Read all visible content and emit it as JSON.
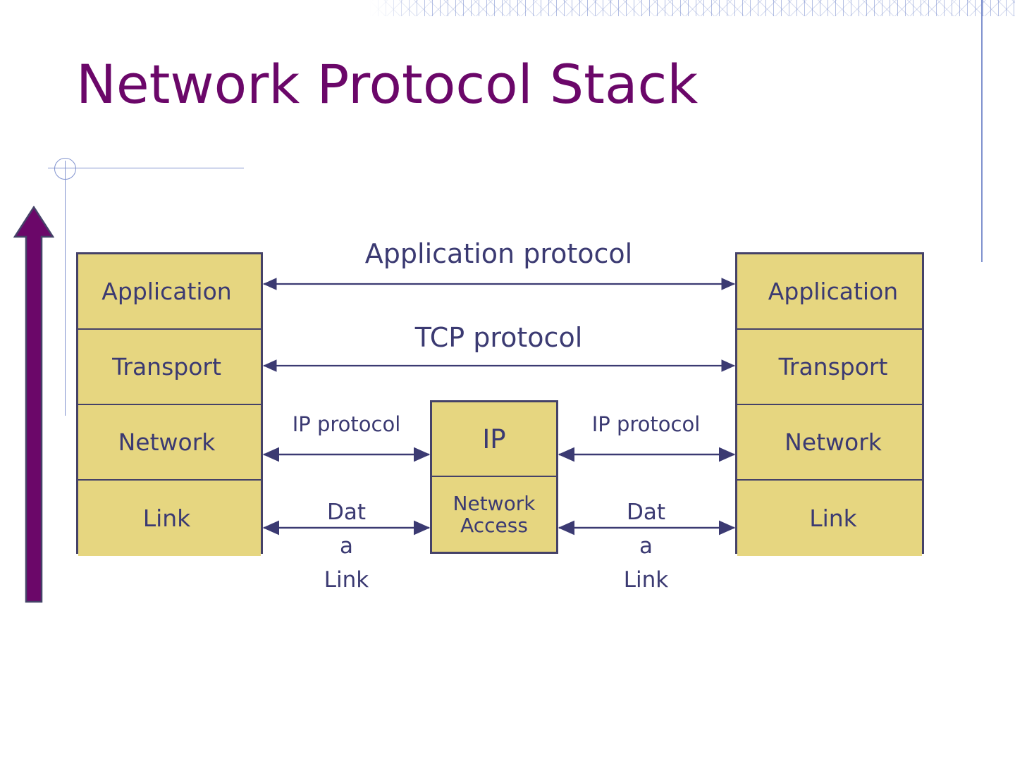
{
  "slide": {
    "title": "Network Protocol Stack",
    "title_color": "#6b0769",
    "background_color": "#ffffff",
    "box_fill_color": "#e6d680",
    "box_border_color": "#454268",
    "text_color": "#3b3a72",
    "accent_line_color": "#8193cf",
    "arrow_color": "#6b0769"
  },
  "left_stack": {
    "layers": [
      {
        "label": "Application"
      },
      {
        "label": "Transport"
      },
      {
        "label": "Network"
      },
      {
        "label": "Link"
      }
    ]
  },
  "right_stack": {
    "layers": [
      {
        "label": "Application"
      },
      {
        "label": "Transport"
      },
      {
        "label": "Network"
      },
      {
        "label": "Link"
      }
    ]
  },
  "middle_stack": {
    "layers": [
      {
        "label": "IP"
      },
      {
        "label": "Network Access",
        "line1": "Network",
        "line2": "Access"
      }
    ]
  },
  "connectors": [
    {
      "label": "Application protocol",
      "from": "left.Application",
      "to": "right.Application",
      "style": "double-arrow"
    },
    {
      "label": "TCP protocol",
      "from": "left.Transport",
      "to": "right.Transport",
      "style": "double-arrow"
    },
    {
      "label": "IP protocol",
      "from": "left.Network",
      "to": "middle.IP",
      "style": "double-arrow"
    },
    {
      "label": "IP protocol",
      "from": "middle.IP",
      "to": "right.Network",
      "style": "double-arrow"
    },
    {
      "label": "Data Link",
      "from": "left.Link",
      "to": "middle.NetworkAccess",
      "style": "double-arrow"
    },
    {
      "label": "Data Link",
      "from": "middle.NetworkAccess",
      "to": "right.Link",
      "style": "double-arrow"
    }
  ],
  "datalink_label_lines": {
    "line1": "Dat",
    "line2": "a",
    "line3": "Link"
  },
  "decorations": {
    "big_arrow_direction": "up",
    "big_arrow_color": "#6b0769"
  }
}
